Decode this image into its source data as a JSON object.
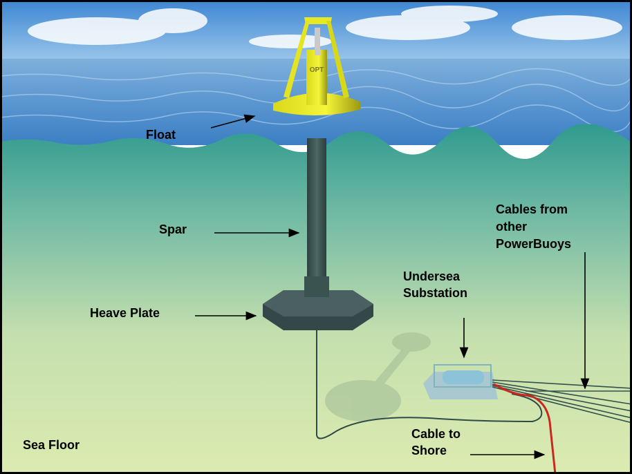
{
  "title": "PowerBuoy wave energy system",
  "buoy_logo": "OPT",
  "labels": {
    "float": "Float",
    "spar": "Spar",
    "heave_plate": "Heave Plate",
    "substation_1": "Undersea",
    "substation_2": "Substation",
    "cables_1": "Cables from",
    "cables_2": "other",
    "cables_3": "PowerBuoys",
    "shore_1": "Cable to",
    "shore_2": "Shore",
    "sea_floor": "Sea Floor"
  },
  "colors": {
    "buoy": "#e8e820",
    "spar": "#3d5552",
    "shore_cable": "#c8281e",
    "cables": "#34504c"
  }
}
